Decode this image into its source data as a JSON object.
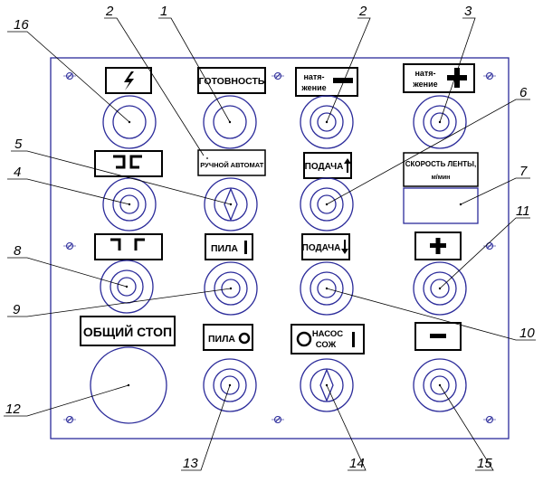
{
  "diagram": {
    "colors": {
      "outline": "#2b2b9a",
      "leader": "#000000",
      "frame": "#2b2b9a"
    },
    "labels": {
      "lightning": "ϟ",
      "ready": "ГОТОВНОСТЬ",
      "tension_word_1": "натя-",
      "tension_word_2": "жение",
      "manual": "РУЧНОЙ",
      "auto": "АВТОМАТ",
      "feed_up": "ПОДАЧА",
      "belt_speed_1": "СКОРОСТЬ ЛЕНТЫ,",
      "belt_speed_2": "м/мин",
      "saw_on": "ПИЛА",
      "feed_down": "ПОДАЧА",
      "plus": "+",
      "minus": "−",
      "general_stop": "ОБЩИЙ СТОП",
      "saw_off": "ПИЛА",
      "pump_1": "НАСОС",
      "pump_2": "СОЖ",
      "arrow_up": "↑",
      "arrow_down": "↓"
    },
    "callouts": [
      "16",
      "2",
      "1",
      "2",
      "3",
      "5",
      "6",
      "7",
      "4",
      "11",
      "8",
      "9",
      "10",
      "12",
      "13",
      "14",
      "15"
    ]
  }
}
